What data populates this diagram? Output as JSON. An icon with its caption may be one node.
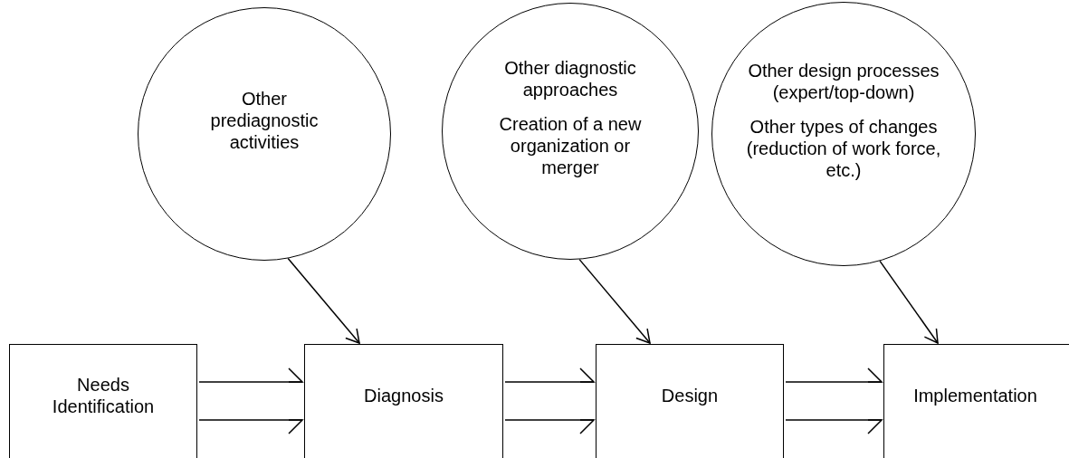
{
  "diagram": {
    "nodes": [
      {
        "text": [
          "Needs Identification"
        ]
      },
      {
        "text": [
          "Diagnosis"
        ]
      },
      {
        "text": [
          "Design"
        ]
      },
      {
        "text": [
          "Implementation"
        ]
      },
      {
        "text": [
          "Other prediagnostic activities"
        ]
      },
      {
        "text": [
          "Other diagnostic approaches",
          "Creation of a new organization or merger"
        ]
      },
      {
        "text": [
          "Other design processes (expert/top-down)",
          "Other types of changes (reduction of work force, etc.)"
        ]
      }
    ],
    "edges": [
      {
        "from": 0,
        "to": 1,
        "arrow": "to"
      },
      {
        "from": 0,
        "to": 1,
        "arrow": "to"
      },
      {
        "from": 1,
        "to": 2,
        "arrow": "to"
      },
      {
        "from": 1,
        "to": 2,
        "arrow": "to"
      },
      {
        "from": 2,
        "to": 3,
        "arrow": "to"
      },
      {
        "from": 2,
        "to": 3,
        "arrow": "to"
      },
      {
        "from": 4,
        "to": 1,
        "arrow": "to"
      },
      {
        "from": 5,
        "to": 2,
        "arrow": "to"
      },
      {
        "from": 6,
        "to": 3,
        "arrow": "to"
      }
    ]
  }
}
